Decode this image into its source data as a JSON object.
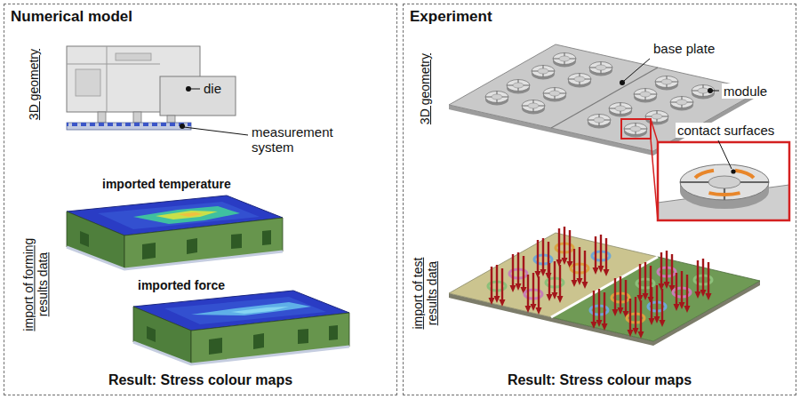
{
  "diagram": {
    "nodes": [
      {
        "text": [
          "Numerical model",
          "Result: Stress colour maps"
        ]
      },
      {
        "text": [
          "Experiment",
          "Result: Stress colour maps"
        ]
      }
    ],
    "labels": [
      "3D geometry",
      "die",
      "measurement system",
      "imported temperature",
      "imported force",
      "import of forming results data",
      "3D geometry",
      "base plate",
      "module",
      "contact surfaces",
      "import of test results data"
    ]
  }
}
